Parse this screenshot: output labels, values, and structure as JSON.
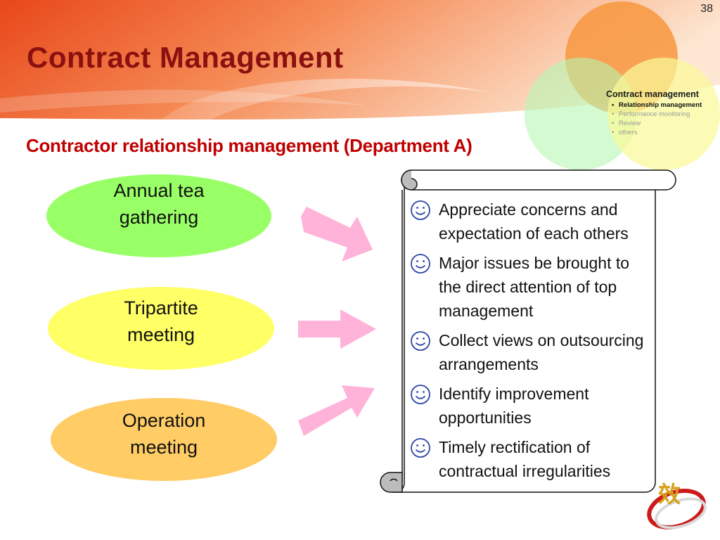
{
  "slide": {
    "page_number": "38",
    "title": "Contract Management",
    "subtitle": "Contractor relationship management (Department A)"
  },
  "nav": {
    "heading": "Contract management",
    "items": [
      {
        "label": "Relationship management",
        "active": true
      },
      {
        "label": "Performance monitoring",
        "active": false
      },
      {
        "label": "Review",
        "active": false
      },
      {
        "label": "others",
        "active": false
      }
    ]
  },
  "meetings": [
    {
      "label": "Annual tea\ngathering",
      "color": "#99ff66"
    },
    {
      "label": "Tripartite\nmeeting",
      "color": "#ffff66"
    },
    {
      "label": "Operation\nmeeting",
      "color": "#ffcc66"
    }
  ],
  "arrows": {
    "color": "#ffb3d9",
    "icon": "arrow-right-icon"
  },
  "outcomes": {
    "bullet_icon": "smiley-face-icon",
    "items": [
      "Appreciate concerns and expectation of each others",
      "Major issues be brought to the direct attention of top management",
      "Collect views on outsourcing arrangements",
      "Identify improvement opportunities",
      "Timely rectification of contractual irregularities"
    ]
  },
  "colors": {
    "title": "#8b1010",
    "subtitle": "#c00000",
    "band_start": "#e94e1b",
    "band_end": "#fde5cf"
  },
  "logo": {
    "icon": "emblem-logo",
    "text": "效"
  }
}
